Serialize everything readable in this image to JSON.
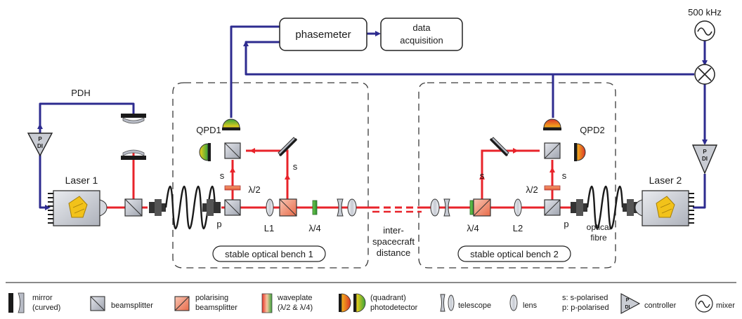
{
  "blocks": {
    "phasemeter": "phasemeter",
    "data_acq_1": "data",
    "data_acq_2": "acquisition",
    "freq": "500 kHz"
  },
  "labels": {
    "pdh": "PDH",
    "laser1": "Laser 1",
    "laser2": "Laser 2",
    "qpd1": "QPD1",
    "qpd2": "QPD2",
    "s": "s",
    "p": "p",
    "half_wave": "λ/2",
    "quarter_wave": "λ/4",
    "l1": "L1",
    "l2": "L2",
    "bench1": "stable optical bench 1",
    "bench2": "stable optical bench 2",
    "inter_1": "inter-",
    "inter_2": "spacecraft",
    "inter_3": "distance",
    "fibre_1": "optical",
    "fibre_2": "fibre",
    "controller_glyph_top": "P",
    "controller_glyph_bottom": "DI"
  },
  "legend": {
    "mirror_1": "mirror",
    "mirror_2": "(curved)",
    "beamsplitter": "beamsplitter",
    "pbs_1": "polarising",
    "pbs_2": "beamsplitter",
    "waveplate_1": "waveplate",
    "waveplate_2": "(λ/2 & λ/4)",
    "photodetector_1": "(quadrant)",
    "photodetector_2": "photodetector",
    "telescope": "telescope",
    "lens": "lens",
    "pol_1": "s: s-polarised",
    "pol_2": "p: p-polarised",
    "controller": "controller",
    "mixer": "mixer"
  },
  "colors": {
    "beam": "#e8232a",
    "signal": "#2d2b8f",
    "dashed": "#333333",
    "optic_gray": "#b8bcc6"
  }
}
